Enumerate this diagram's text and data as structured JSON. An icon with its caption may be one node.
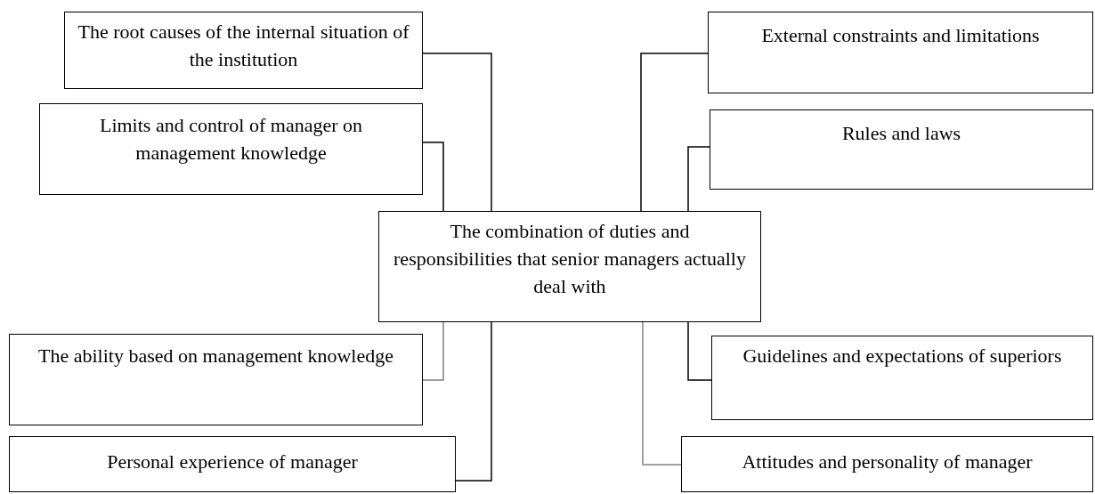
{
  "diagram": {
    "nodes": [
      {
        "text": [
          "The root causes of the internal situation of the institution"
        ]
      },
      {
        "text": [
          "External constraints and limitations"
        ]
      },
      {
        "text": [
          "Limits and control of manager on management knowledge"
        ]
      },
      {
        "text": [
          "Rules and laws"
        ]
      },
      {
        "text": [
          "The combination of duties and responsibilities that senior managers actually deal with"
        ]
      },
      {
        "text": [
          "The ability based on management knowledge"
        ]
      },
      {
        "text": [
          "Guidelines and expectations of superiors"
        ]
      },
      {
        "text": [
          "Personal experience of manager"
        ]
      },
      {
        "text": [
          "Attitudes and personality of manager"
        ]
      }
    ],
    "edges": [
      {
        "from": 0,
        "to": 4,
        "arrow": "none"
      },
      {
        "from": 2,
        "to": 4,
        "arrow": "none"
      },
      {
        "from": 5,
        "to": 4,
        "arrow": "none",
        "color": "#808080"
      },
      {
        "from": 7,
        "to": 4,
        "arrow": "none"
      },
      {
        "from": 1,
        "to": 4,
        "arrow": "none"
      },
      {
        "from": 3,
        "to": 4,
        "arrow": "none"
      },
      {
        "from": 6,
        "to": 4,
        "arrow": "none"
      },
      {
        "from": 8,
        "to": 4,
        "arrow": "none",
        "color": "#808080"
      }
    ]
  }
}
